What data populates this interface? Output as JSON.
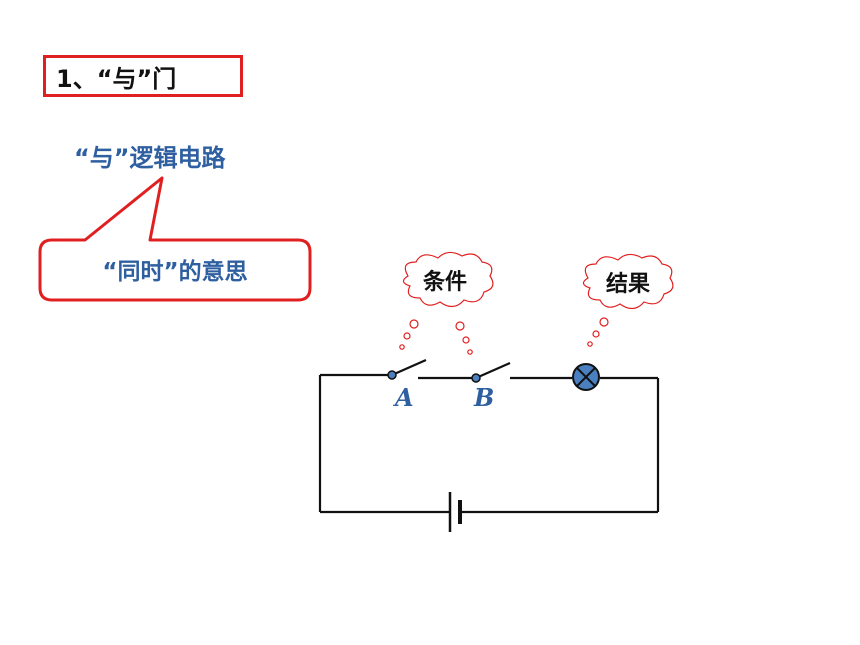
{
  "title": "1、“与”门",
  "subtitle": "“与”逻辑电路",
  "callout": "“同时”的意思",
  "thought_conditions": "条件",
  "thought_result": "结果",
  "switch_a": "A",
  "switch_b": "B",
  "colors": {
    "red": "#e02020",
    "blue_text": "#2e5fa0",
    "wire": "#111111",
    "lamp": "#4a7fc0"
  }
}
